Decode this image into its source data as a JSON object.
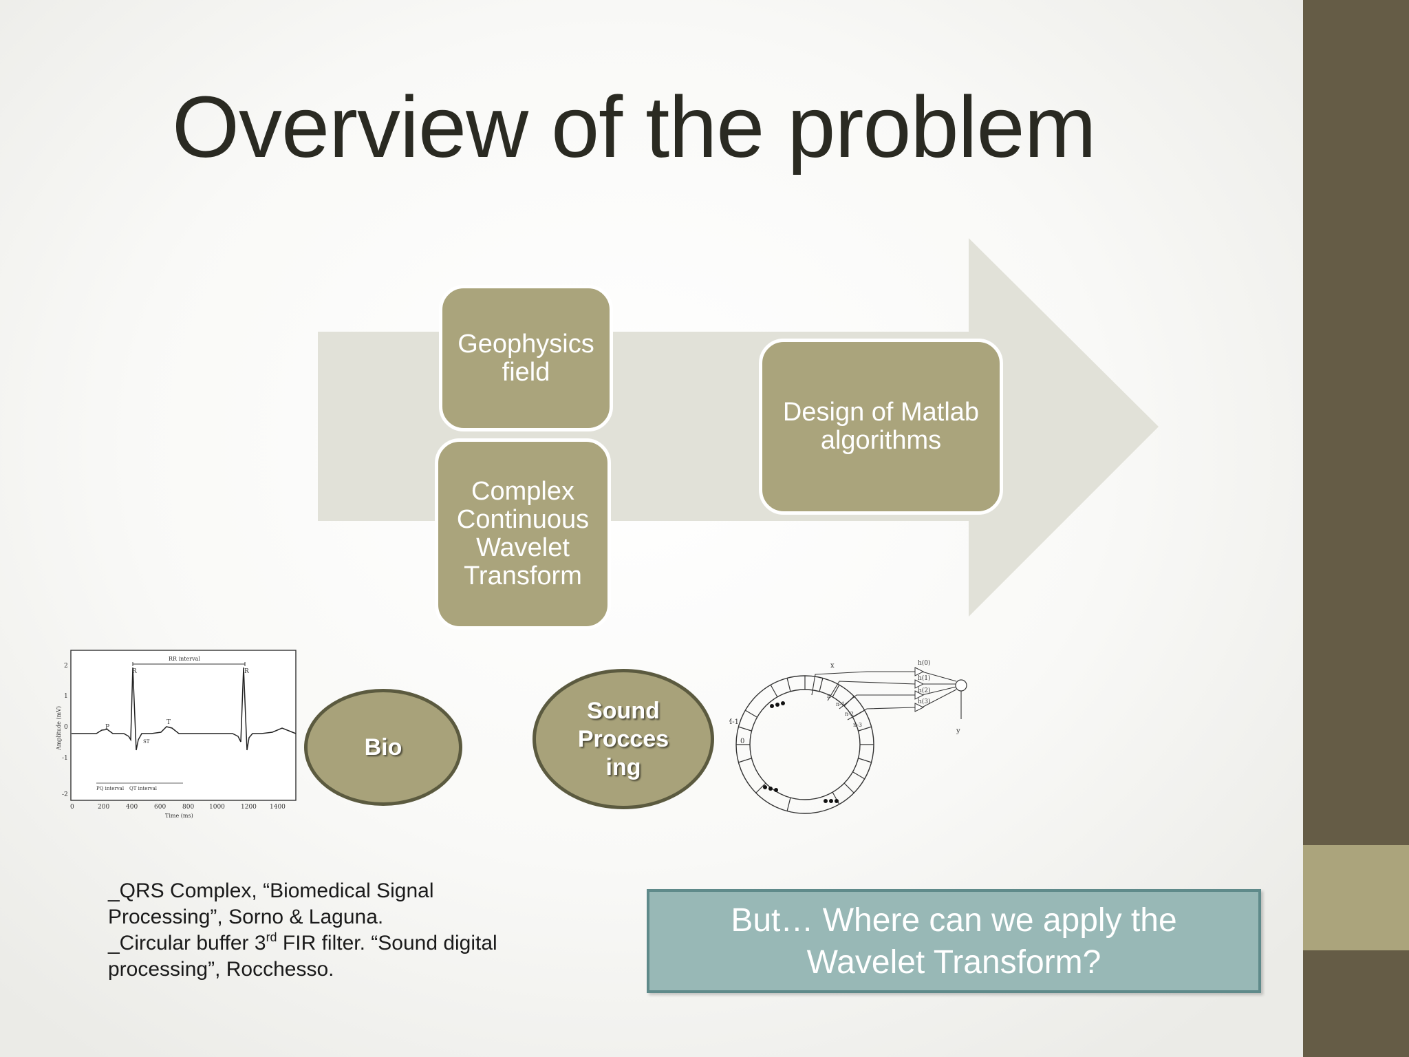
{
  "colors": {
    "sidebar_dark": "#655c46",
    "sidebar_light": "#aba47c",
    "box_fill": "#aaa47c",
    "ellipse_fill": "#a8a27a",
    "arrow_fill": "#e1e1d8",
    "callout_fill": "#98b8b6"
  },
  "slide": {
    "title": "Overview of the problem"
  },
  "diagram": {
    "box_geophysics": "Geophysics field",
    "box_ccwt": "Complex Continuous Wavelet Transform",
    "box_matlab": "Design of Matlab algorithms"
  },
  "applications": {
    "bio": "Bio",
    "sound": "Sound Procces ing"
  },
  "figures": {
    "ecg_label": "RR interval",
    "ecg_r1": "R",
    "ecg_r2": "R",
    "ecg_p": "P",
    "ecg_t": "T",
    "ecg_st": "ST",
    "ecg_ylabel": "Amplitude (mV)",
    "ecg_xlabel": "Time (ms)",
    "ecg_pq": "PQ interval",
    "ecg_qt": "QT interval",
    "ecg_yticks": [
      "2",
      "1",
      "0",
      "-1",
      "-2"
    ],
    "ecg_xticks": [
      "0",
      "200",
      "400",
      "600",
      "800",
      "1000",
      "1200",
      "1400"
    ],
    "buf_x": "x",
    "buf_y": "y",
    "buf_m1": "M-1",
    "buf_zero": "0",
    "buf_n": "n",
    "buf_taps": [
      "h(0)",
      "h(1)",
      "h(2)",
      "h(3)"
    ],
    "buf_idx": [
      "n-1",
      "n-2",
      "n-3"
    ]
  },
  "caption": {
    "line1": "_QRS Complex, “Biomedical Signal",
    "line2": "Processing”, Sorno & Laguna.",
    "line3_a": "_Circular buffer 3",
    "line3_sup": "rd",
    "line3_b": " FIR filter. “Sound digital",
    "line4": "processing”, Rocchesso."
  },
  "callout": {
    "line1": "But… Where can we apply the",
    "line2": "Wavelet Transform?"
  }
}
